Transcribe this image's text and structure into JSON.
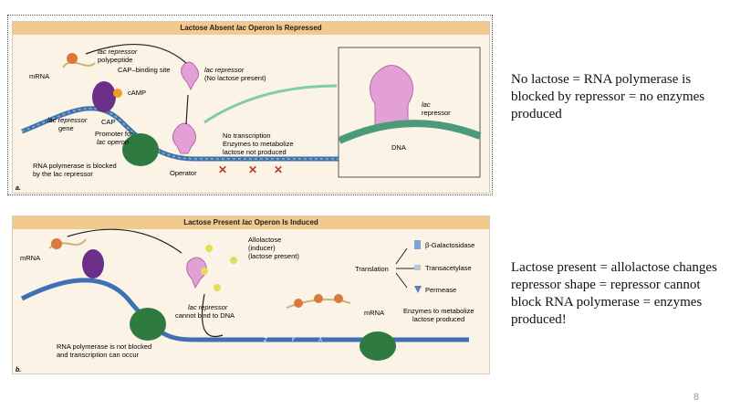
{
  "panel_a": {
    "title_pre": "Lactose Absent ",
    "title_italic": "lac",
    "title_post": " Operon Is Repressed",
    "letter": "a.",
    "labels": {
      "mrna": "mRNA",
      "repressor_polypeptide_1": "lac repressor",
      "repressor_polypeptide_2": "polypeptide",
      "cap_binding_site": "CAP–binding site",
      "lac_repressor_1": "lac repressor",
      "lac_repressor_2": "(No lactose present)",
      "camp": "cAMP",
      "lac_repressor_gene_1": "lac repressor",
      "lac_repressor_gene_2": "gene",
      "cap": "CAP",
      "promoter_1": "Promoter for",
      "promoter_2": "lac operon",
      "no_transcription_1": "No transcription",
      "no_transcription_2": "Enzymes to metabolize",
      "no_transcription_3": "lactose not produced",
      "blocked_1": "RNA polymerase is blocked",
      "blocked_2": "by the lac repressor",
      "operator": "Operator",
      "inset_repressor_1": "lac",
      "inset_repressor_2": "repressor",
      "dna": "DNA"
    }
  },
  "panel_b": {
    "title_pre": "Lactose Present ",
    "title_italic": "lac",
    "title_post": " Operon Is Induced",
    "letter": "b.",
    "labels": {
      "mrna": "mRNA",
      "allolactose_1": "Allolactose",
      "allolactose_2": "(inducer)",
      "allolactose_3": "(lactose present)",
      "repressor_cannot_1": "lac repressor",
      "repressor_cannot_2": "cannot bind to DNA",
      "translation": "Translation",
      "enzyme_1": "β-Galactosidase",
      "enzyme_2": "Transacetylase",
      "enzyme_3": "Permease",
      "mrna_2": "mRNA",
      "enzymes_made_1": "Enzymes to metabolize",
      "enzymes_made_2": "lactose produced",
      "not_blocked_1": "RNA polymerase is not blocked",
      "not_blocked_2": "and transcription can occur",
      "gene_z": "Z",
      "gene_y": "Y",
      "gene_a": "A"
    }
  },
  "side_notes": {
    "no_lactose": "No lactose = RNA polymerase is blocked by repressor = no enzymes produced",
    "lactose_present": "Lactose present = allolactose changes repressor shape = repressor cannot block RNA polymerase = enzymes produced!"
  },
  "page_number": "8",
  "colors": {
    "banner": "#f2c98f",
    "panel_bg": "#fbf3e6",
    "dna_blue": "#3f6fb5",
    "dna_green": "#4b9a7a",
    "repressor_pink": "#e3a0d6",
    "cap_purple": "#6b2f8a",
    "polymerase_green": "#2f7a3e",
    "camp_orange": "#f0a020",
    "block_red": "#c0392b"
  }
}
